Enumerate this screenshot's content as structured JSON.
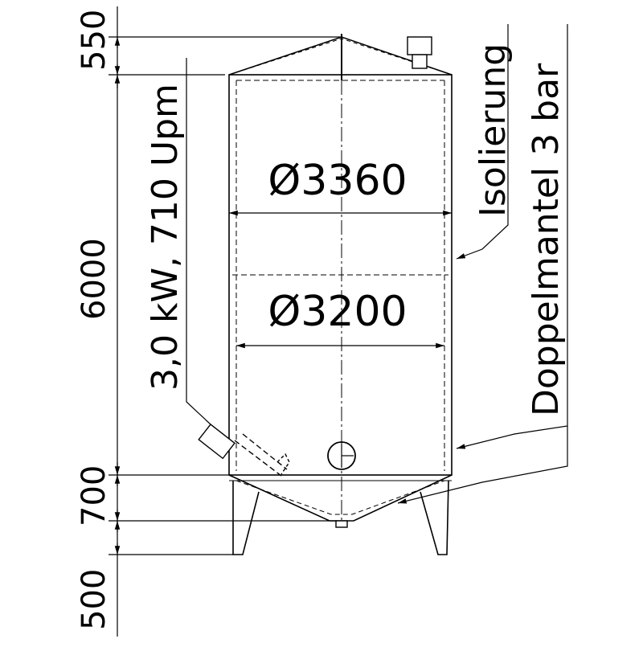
{
  "drawing": {
    "dimensions": {
      "top_cone": "550",
      "cylinder": "6000",
      "bottom_cone": "700",
      "legs": "500"
    },
    "diameter_outer": "Ø3360",
    "diameter_inner": "Ø3200",
    "motor_label": "3,0 kW, 710 Upm",
    "insulation_label": "Isolierung",
    "jacket_label": "Doppelmantel 3 bar"
  },
  "colors": {
    "line": "#000000",
    "background": "#ffffff"
  }
}
